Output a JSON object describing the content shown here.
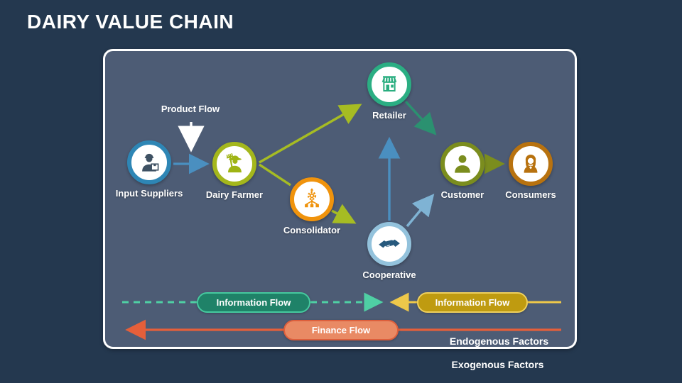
{
  "slide": {
    "title": "DAIRY VALUE CHAIN"
  },
  "diagram": {
    "nodes": [
      {
        "id": "input-suppliers",
        "label": "Input Suppliers",
        "ring_color": "#2e86b5",
        "icon": "delivery-person-icon"
      },
      {
        "id": "dairy-farmer",
        "label": "Dairy Farmer",
        "ring_color": "#a4b71c",
        "icon": "farmer-icon"
      },
      {
        "id": "consolidator",
        "label": "Consolidator",
        "ring_color": "#f0930c",
        "icon": "distribution-gear-icon"
      },
      {
        "id": "retailer",
        "label": "Retailer",
        "ring_color": "#2bae83",
        "icon": "storefront-icon"
      },
      {
        "id": "cooperative",
        "label": "Cooperative",
        "ring_color": "#93c2dc",
        "icon": "handshake-icon"
      },
      {
        "id": "customer",
        "label": "Customer",
        "ring_color": "#7b8d1e",
        "icon": "person-icon"
      },
      {
        "id": "consumers",
        "label": "Consumers",
        "ring_color": "#b8720f",
        "icon": "woman-icon"
      }
    ],
    "annotations": {
      "product_flow": "Product Flow"
    },
    "connections": [
      "input-suppliers -> dairy-farmer",
      "dairy-farmer -> retailer",
      "dairy-farmer -> consolidator",
      "consolidator -> cooperative",
      "cooperative -> retailer",
      "retailer -> customer",
      "cooperative -> customer",
      "customer -> consumers"
    ],
    "flows": [
      {
        "id": "information-flow-left",
        "label": "Information Flow",
        "style": "dashed-teal",
        "direction": "right"
      },
      {
        "id": "information-flow-right",
        "label": "Information Flow",
        "style": "solid-gold",
        "direction": "left"
      },
      {
        "id": "finance-flow",
        "label": "Finance Flow",
        "style": "solid-salmon",
        "direction": "left"
      }
    ],
    "factors": {
      "endogenous": "Endogenous Factors",
      "exogenous": "Exogenous Factors"
    }
  },
  "colors": {
    "background": "#24384f",
    "panel_fill": "#4d5c75",
    "panel_border": "#ffffff",
    "title_text": "#ffffff",
    "product_flow_arrow": "#ffffff",
    "supply_arrow_blue": "#4a8fc0",
    "farm_arrow_yellowgreen": "#a6bc23",
    "retail_arrow_teal": "#2b9170",
    "cooperative_arrow_lightblue": "#7fb3d4",
    "consumer_arrow_olive": "#7b8d1e",
    "information_dashed_mint": "#4fcfa4",
    "information_left_fill": "#1f8268",
    "information_left_border": "#46c99f",
    "information_right_fill": "#bf9b10",
    "information_right_border": "#eed05e",
    "information_right_line": "#eec84a",
    "finance_line": "#e55f3a",
    "finance_fill": "#e98a64",
    "finance_border": "#dd5f3c"
  }
}
